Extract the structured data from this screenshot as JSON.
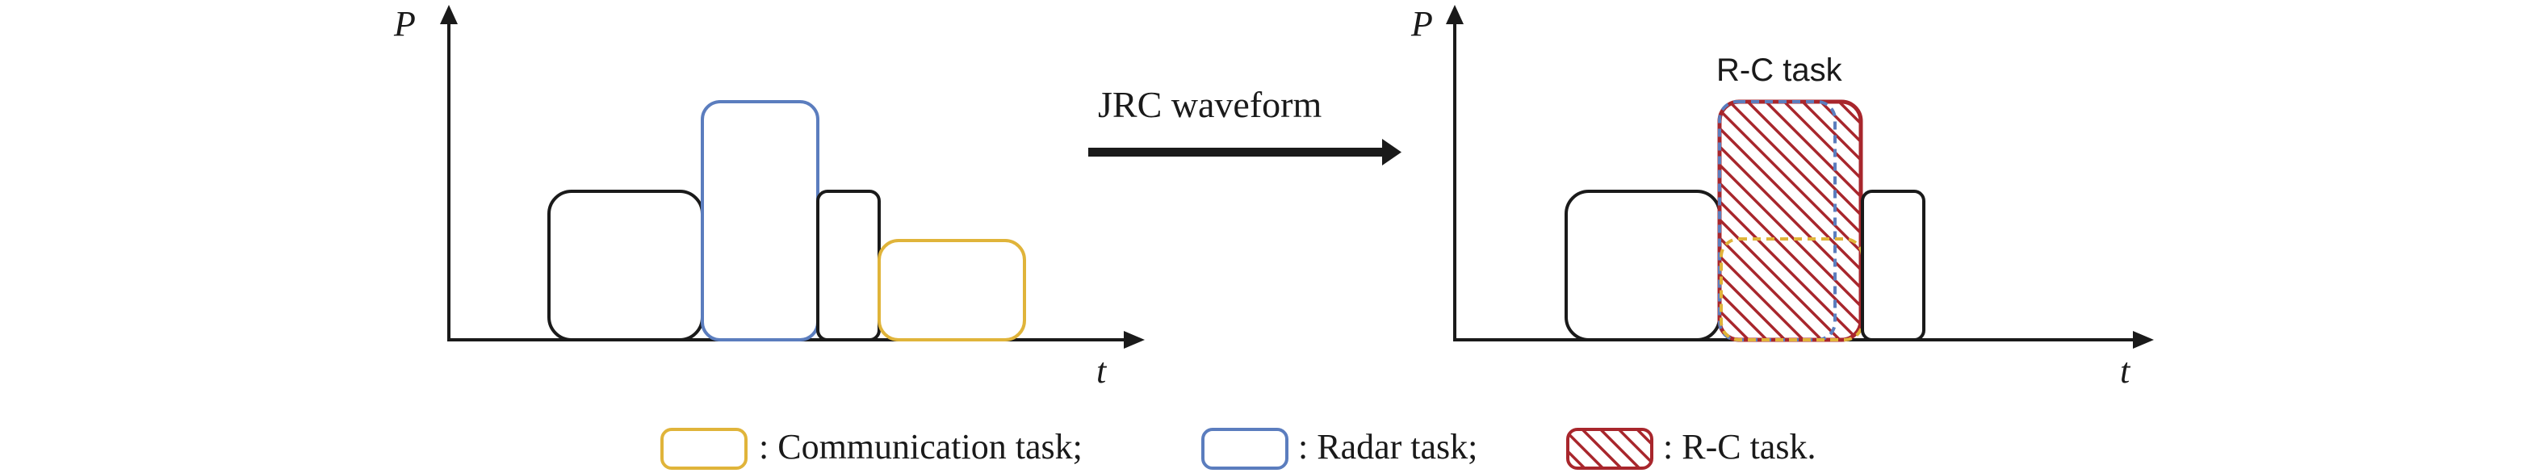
{
  "left_panel": {
    "y_axis_label": "P",
    "x_axis_label": "t"
  },
  "arrow": {
    "label": "JRC waveform"
  },
  "right_panel": {
    "y_axis_label": "P",
    "x_axis_label": "t",
    "callout": "R-C task"
  },
  "legend": {
    "communication": ": Communication task;",
    "radar": ": Radar task;",
    "rc": ": R-C task."
  },
  "colors": {
    "communication": "#E0B43A",
    "radar": "#5B7DBE",
    "rc": "#A8262C",
    "generic": "#1a1a1a"
  }
}
